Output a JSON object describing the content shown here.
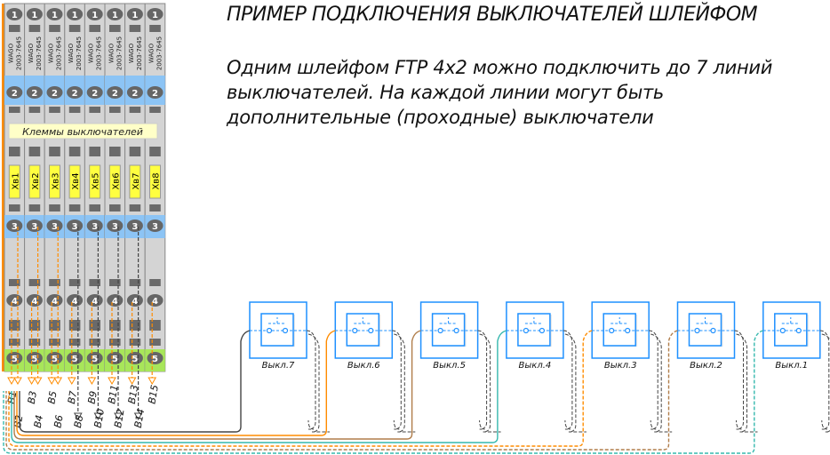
{
  "title": "ПРИМЕР ПОДКЛЮЧЕНИЯ ВЫКЛЮЧАТЕЛЕЙ ШЛЕЙФОМ",
  "description_lines": [
    "Одним шлейфом FTP 4x2 можно подключить до 7 линий",
    "выключателей. На каждой линии могут быть",
    "дополнительные (проходные) выключатели"
  ],
  "terminal_block": {
    "label": "Клеммы выключателей",
    "maker": "WAGO",
    "model": "2003-7645",
    "terminals": [
      "Хв1",
      "Хв2",
      "Хв3",
      "Хв4",
      "Хв5",
      "Хв6",
      "Хв7",
      "Хв8"
    ],
    "contact_numbers": [
      "1",
      "2",
      "3",
      "4",
      "5"
    ]
  },
  "wire_labels": [
    "В1",
    "В2",
    "В3",
    "В4",
    "В5",
    "В6",
    "В7",
    "В8",
    "В9",
    "В10",
    "В11",
    "В12",
    "В13",
    "В14",
    "В15"
  ],
  "switches": [
    "Выкл.7",
    "Выкл.6",
    "Выкл.5",
    "Выкл.4",
    "Выкл.3",
    "Выкл.2",
    "Выкл.1"
  ],
  "colors": {
    "accent": "#1e90ff",
    "orange": "#ff8c00",
    "brown": "#b07d4a",
    "teal": "#35b8ae",
    "dark": "#444444",
    "blue_band": "#8cc4f5",
    "green_band": "#a8e65a",
    "label_yellow": "#ffff40"
  },
  "switch_wire_colors": [
    "#444444",
    "#ff8c00",
    "#b07d4a",
    "#35b8ae",
    "#ff8c00",
    "#b07d4a",
    "#35b8ae"
  ]
}
